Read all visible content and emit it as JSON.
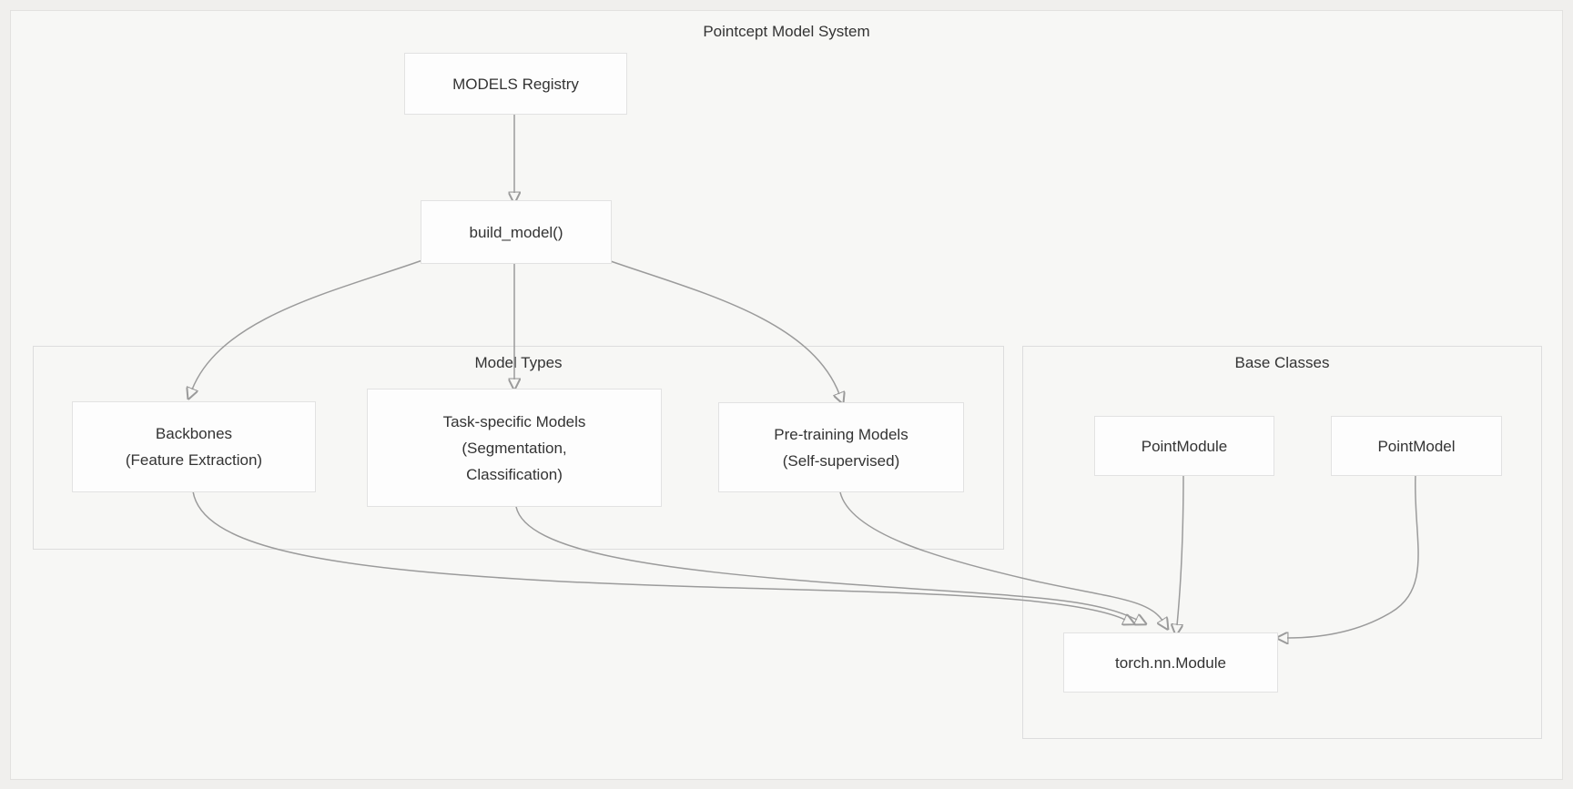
{
  "diagram": {
    "title": "Pointcept Model System",
    "clusters": {
      "model_types": {
        "title": "Model Types"
      },
      "base_classes": {
        "title": "Base Classes"
      }
    },
    "nodes": {
      "models_registry": {
        "label": "MODELS Registry"
      },
      "build_model": {
        "label": "build_model()"
      },
      "backbones": {
        "label": "Backbones\n(Feature Extraction)"
      },
      "task_specific": {
        "label": "Task-specific Models\n(Segmentation,\nClassification)"
      },
      "pre_training": {
        "label": "Pre-training Models\n(Self-supervised)"
      },
      "point_module": {
        "label": "PointModule"
      },
      "point_model": {
        "label": "PointModel"
      },
      "torch_nn_module": {
        "label": "torch.nn.Module"
      }
    },
    "edges": [
      {
        "from": "MODELS Registry",
        "to": "build_model()"
      },
      {
        "from": "build_model()",
        "to": "Backbones (Feature Extraction)"
      },
      {
        "from": "build_model()",
        "to": "Task-specific Models (Segmentation, Classification)"
      },
      {
        "from": "build_model()",
        "to": "Pre-training Models (Self-supervised)"
      },
      {
        "from": "Backbones (Feature Extraction)",
        "to": "torch.nn.Module"
      },
      {
        "from": "Task-specific Models (Segmentation, Classification)",
        "to": "torch.nn.Module"
      },
      {
        "from": "Pre-training Models (Self-supervised)",
        "to": "torch.nn.Module"
      },
      {
        "from": "PointModule",
        "to": "torch.nn.Module"
      },
      {
        "from": "PointModel",
        "to": "torch.nn.Module"
      }
    ],
    "colors": {
      "page_bg": "#f0efed",
      "canvas_bg": "#f7f7f5",
      "canvas_border": "#e2e1df",
      "cluster_border": "#dddddd",
      "node_bg": "#fdfdfd",
      "node_border": "#e2e2e2",
      "edge_stroke": "#9b9b9b",
      "arrowhead": "#8b8b8b",
      "text": "#333333"
    }
  }
}
